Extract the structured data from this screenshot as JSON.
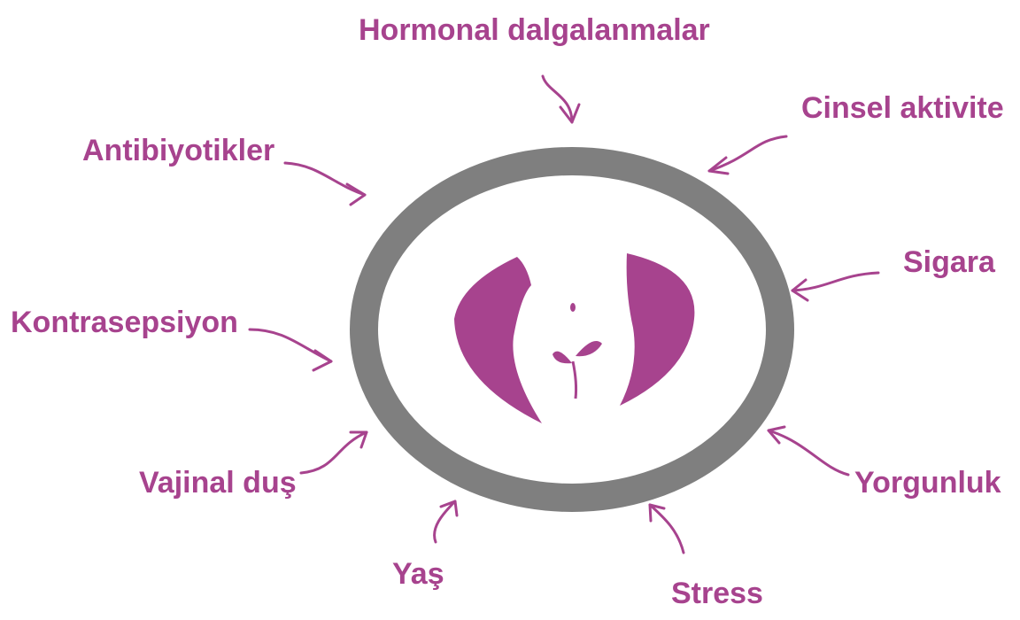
{
  "factors": {
    "hormonal": "Hormonal dalgalanmalar",
    "cinsel": "Cinsel aktivite",
    "antibiyotik": "Antibiyotikler",
    "sigara": "Sigara",
    "kontrasepsiyon": "Kontrasepsiyon",
    "vajinal": "Vajinal duş",
    "yorgunluk": "Yorgunluk",
    "yas": "Yaş",
    "stress": "Stress"
  },
  "icons": {
    "center": "female-pelvis-sprout-icon",
    "arrow": "curved-arrow-icon"
  },
  "colors": {
    "label": "#A7438E",
    "ring": "#7F7F7F",
    "shape": "#A7438E",
    "arrow": "#A7438E",
    "background": "#FFFFFF"
  }
}
